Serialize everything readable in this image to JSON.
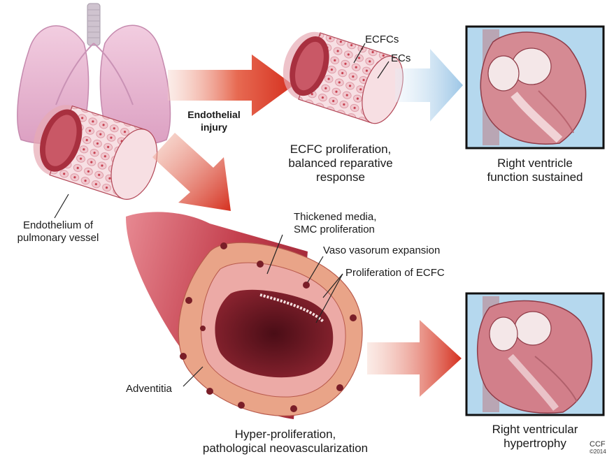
{
  "labels": {
    "ecfcs": "ECFCs",
    "ecs": "ECs",
    "endothelial_injury_line1": "Endothelial",
    "endothelial_injury_line2": "injury",
    "endothelium_line1": "Endothelium of",
    "endothelium_line2": "pulmonary vessel",
    "balanced_line1": "ECFC proliferation,",
    "balanced_line2": "balanced reparative",
    "balanced_line3": "response",
    "rv_sustained_line1": "Right ventricle",
    "rv_sustained_line2": "function sustained",
    "thickened_line1": "Thickened media,",
    "thickened_line2": "SMC proliferation",
    "vaso_vasorum": "Vaso vasorum expansion",
    "prolif_ecfc": "Proliferation of ECFC",
    "adventitia": "Adventitia",
    "hyper_line1": "Hyper-proliferation,",
    "hyper_line2": "pathological neovascularization",
    "rv_hypertrophy_line1": "Right ventricular",
    "rv_hypertrophy_line2": "hypertrophy"
  },
  "credit": {
    "line1": "CCF",
    "line2": "©2014"
  },
  "colors": {
    "arrow_red": "#d8392b",
    "arrow_blue": "#a9cde8",
    "lung_pink": "#e9b8d2",
    "vessel_red": "#c0414e",
    "heart_pink": "#d98a92",
    "panel_bg": "#b5d8ee"
  }
}
